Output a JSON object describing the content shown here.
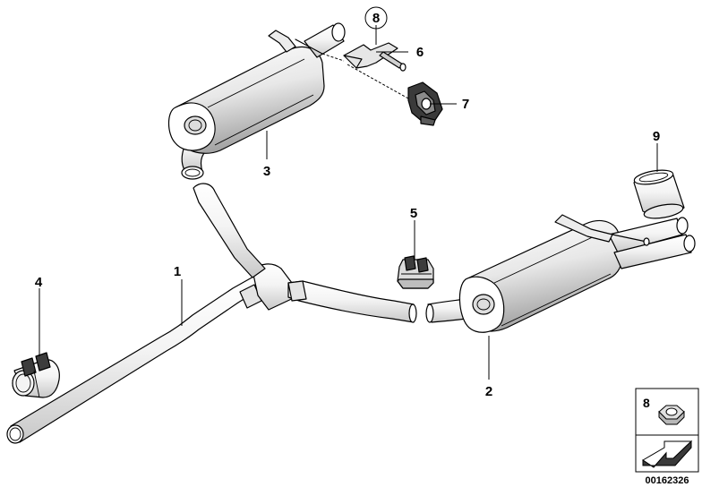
{
  "callouts": [
    {
      "id": "1",
      "label": "1"
    },
    {
      "id": "2",
      "label": "2"
    },
    {
      "id": "3",
      "label": "3"
    },
    {
      "id": "4",
      "label": "4"
    },
    {
      "id": "5",
      "label": "5"
    },
    {
      "id": "6",
      "label": "6"
    },
    {
      "id": "7",
      "label": "7"
    },
    {
      "id": "8",
      "label": "8"
    },
    {
      "id": "9",
      "label": "9"
    }
  ],
  "legend": {
    "nut_label": "8"
  },
  "document_number": "00162326",
  "colors": {
    "line": "#000000",
    "shade_light": "#f2f2f2",
    "shade_mid": "#d9d9d9",
    "shade_dark": "#a6a6a6"
  }
}
